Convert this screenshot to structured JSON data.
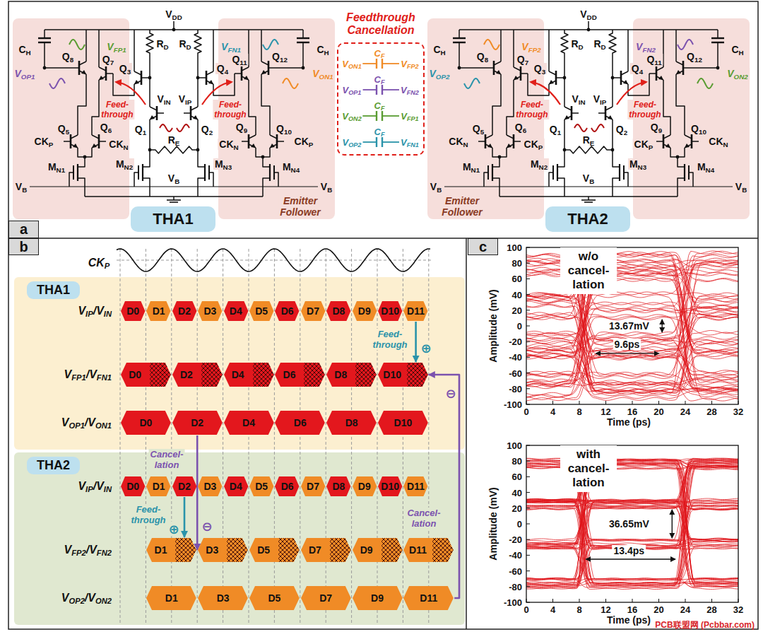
{
  "diagram": {
    "nodes": [
      {
        "text": [
          "a"
        ]
      },
      {
        "text": [
          "THA1"
        ]
      },
      {
        "text": [
          "Feedthrough Cancellation"
        ]
      },
      {
        "text": [
          "THA2"
        ]
      },
      {
        "text": [
          "b"
        ]
      },
      {
        "text": [
          "c"
        ]
      },
      {
        "text": [
          "THA1"
        ]
      },
      {
        "text": [
          "D0"
        ],
        "in": 6
      },
      {
        "text": [
          "D1"
        ],
        "in": 6
      },
      {
        "text": [
          "D2"
        ],
        "in": 6
      },
      {
        "text": [
          "D3"
        ],
        "in": 6
      },
      {
        "text": [
          "D4"
        ],
        "in": 6
      },
      {
        "text": [
          "D5"
        ],
        "in": 6
      },
      {
        "text": [
          "D6"
        ],
        "in": 6
      },
      {
        "text": [
          "D7"
        ],
        "in": 6
      },
      {
        "text": [
          "D8"
        ],
        "in": 6
      },
      {
        "text": [
          "D9"
        ],
        "in": 6
      },
      {
        "text": [
          "D10"
        ],
        "in": 6
      },
      {
        "text": [
          "D11"
        ],
        "in": 6
      },
      {
        "text": [
          "D0"
        ],
        "in": 6
      },
      {
        "text": [
          "D2"
        ],
        "in": 6
      },
      {
        "text": [
          "D4"
        ],
        "in": 6
      },
      {
        "text": [
          "D6"
        ],
        "in": 6
      },
      {
        "text": [
          "D8"
        ],
        "in": 6
      },
      {
        "text": [
          "D10"
        ],
        "in": 6
      },
      {
        "text": [
          "D0"
        ],
        "in": 6
      },
      {
        "text": [
          "D2"
        ],
        "in": 6
      },
      {
        "text": [
          "D4"
        ],
        "in": 6
      },
      {
        "text": [
          "D6"
        ],
        "in": 6
      },
      {
        "text": [
          "D8"
        ],
        "in": 6
      },
      {
        "text": [
          "D10"
        ],
        "in": 6
      },
      {
        "text": [
          "THA2"
        ]
      },
      {
        "text": [
          "D0"
        ],
        "in": 31
      },
      {
        "text": [
          "D1"
        ],
        "in": 31
      },
      {
        "text": [
          "D2"
        ],
        "in": 31
      },
      {
        "text": [
          "D3"
        ],
        "in": 31
      },
      {
        "text": [
          "D4"
        ],
        "in": 31
      },
      {
        "text": [
          "D5"
        ],
        "in": 31
      },
      {
        "text": [
          "D6"
        ],
        "in": 31
      },
      {
        "text": [
          "D7"
        ],
        "in": 31
      },
      {
        "text": [
          "D8"
        ],
        "in": 31
      },
      {
        "text": [
          "D9"
        ],
        "in": 31
      },
      {
        "text": [
          "D10"
        ],
        "in": 31
      },
      {
        "text": [
          "D11"
        ],
        "in": 31
      },
      {
        "text": [
          "D1"
        ],
        "in": 31
      },
      {
        "text": [
          "D3"
        ],
        "in": 31
      },
      {
        "text": [
          "D5"
        ],
        "in": 31
      },
      {
        "text": [
          "D7"
        ],
        "in": 31
      },
      {
        "text": [
          "D9"
        ],
        "in": 31
      },
      {
        "text": [
          "D11"
        ],
        "in": 31
      },
      {
        "text": [
          "D1"
        ],
        "in": 31
      },
      {
        "text": [
          "D3"
        ],
        "in": 31
      },
      {
        "text": [
          "D5"
        ],
        "in": 31
      },
      {
        "text": [
          "D7"
        ],
        "in": 31
      },
      {
        "text": [
          "D9"
        ],
        "in": 31
      },
      {
        "text": [
          "D11"
        ],
        "in": 31
      },
      {
        "text": [
          "w/o cancel- lation"
        ]
      },
      {
        "text": [
          "with cancel- lation"
        ]
      }
    ],
    "edges": [
      {
        "from": 18,
        "to": 24,
        "arrow": "to",
        "label": "Feed- through"
      },
      {
        "from": 26,
        "to": 44,
        "arrow": "to",
        "label": "Cancel- lation"
      },
      {
        "from": 34,
        "to": 44,
        "arrow": "to",
        "label": "Feed- through"
      },
      {
        "from": 55,
        "to": 24,
        "arrow": "to",
        "label": "Cancel- lation"
      }
    ],
    "labels": [
      "VDD",
      "CH",
      "Q8",
      "VFP1",
      "Q7",
      "RD",
      "Q3",
      "RD",
      "Q4",
      "VFN1",
      "Q11",
      "Q12",
      "CH",
      "VOP1",
      "Feed- through",
      "Feed- through",
      "VON1",
      "Q1",
      "VIN",
      "VIP",
      "Q2",
      "Q5",
      "Q6",
      "CKP",
      "CKN",
      "RE",
      "Q9",
      "Q10",
      "CKN",
      "CKP",
      "VB",
      "MN1",
      "MN2",
      "VB",
      "MN3",
      "VB",
      "MN4",
      "Emitter Follower",
      "VDD",
      "CH",
      "Q8",
      "VFP2",
      "Q7",
      "RD",
      "Q3",
      "RD",
      "Q4",
      "VFN2",
      "Q11",
      "Q12",
      "CH",
      "VOP2",
      "Feed- through",
      "Feed- through",
      "VON2",
      "Q1",
      "VIN",
      "VIP",
      "Q2",
      "Q5",
      "Q6",
      "CKN",
      "CKP",
      "RE",
      "Q9",
      "Q10",
      "CKP",
      "CKN",
      "VB",
      "MN1",
      "MN2",
      "VB",
      "MN3",
      "VB",
      "MN4",
      "Emitter Follower",
      "VON1",
      "CF",
      "VFP2",
      "VOP1",
      "CF",
      "VFN2",
      "VON2",
      "CF",
      "VFP1",
      "VOP2",
      "CF",
      "VFN1",
      "CKP",
      "VIP/VIN",
      "VFP1/VFN1",
      "VOP1/VON1",
      "⊕",
      "⊖",
      "VIP/VIN",
      "VFP2/VFN2",
      "VOP2/VON2",
      "⊕",
      "⊖",
      "100",
      "80",
      "60",
      "40",
      "20",
      "0",
      "-20",
      "-40",
      "-60",
      "-80",
      "-100",
      "0",
      "4",
      "8",
      "12",
      "16",
      "20",
      "24",
      "28",
      "32",
      "Amplitude (mV)",
      "Time (ps)",
      "13.67mV",
      "9.6ps",
      "100",
      "80",
      "60",
      "40",
      "20",
      "0",
      "-20",
      "-40",
      "-60",
      "-80",
      "-100",
      "0",
      "4",
      "8",
      "12",
      "16",
      "20",
      "24",
      "28",
      "32",
      "Amplitude (mV)",
      "Time (ps)",
      "36.65mV",
      "13.4ps",
      "PCB联盟网 (Pcbbar.com)"
    ]
  }
}
